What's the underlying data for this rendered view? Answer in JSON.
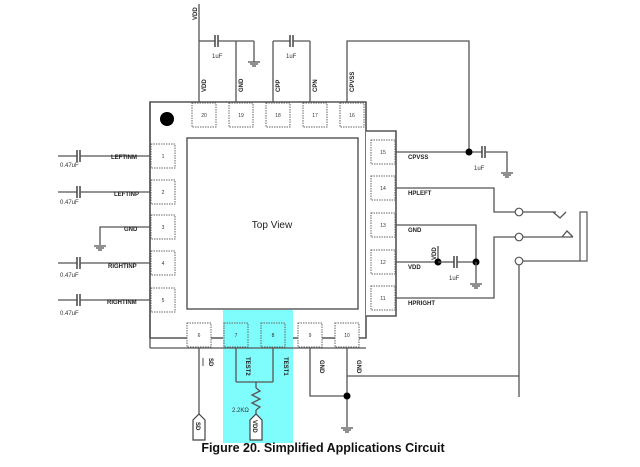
{
  "figure": {
    "caption": "Figure 20.  Simplified Applications Circuit",
    "center_label": "Top View",
    "highlight_color": "#7ffcfc"
  },
  "pins": {
    "p1": {
      "num": "1",
      "name": "LEFTINM"
    },
    "p2": {
      "num": "2",
      "name": "LEFTINP"
    },
    "p3": {
      "num": "3",
      "name": "GND"
    },
    "p4": {
      "num": "4",
      "name": "RIGHTINP"
    },
    "p5": {
      "num": "5",
      "name": "RIGHTINM"
    },
    "p6": {
      "num": "6",
      "name": "SD"
    },
    "p7": {
      "num": "7",
      "name": "TEST2"
    },
    "p8": {
      "num": "8",
      "name": "TEST1"
    },
    "p9": {
      "num": "9",
      "name": "GND"
    },
    "p10": {
      "num": "10",
      "name": "GND"
    },
    "p11": {
      "num": "11",
      "name": "HPRIGHT"
    },
    "p12": {
      "num": "12",
      "name": "VDD"
    },
    "p13": {
      "num": "13",
      "name": "GND"
    },
    "p14": {
      "num": "14",
      "name": "HPLEFT"
    },
    "p15": {
      "num": "15",
      "name": "CPVSS"
    },
    "p16": {
      "num": "16",
      "name": "CPVSS"
    },
    "p17": {
      "num": "17",
      "name": "CPN"
    },
    "p18": {
      "num": "18",
      "name": "CPP"
    },
    "p19": {
      "num": "19",
      "name": "GND"
    },
    "p20": {
      "num": "20",
      "name": "VDD"
    }
  },
  "components": {
    "c_vdd_top": "1uF",
    "c_flying": "1uF",
    "c_cpvss": "1uF",
    "c_vdd_right": "1uF",
    "c_leftinm": "0.47uF",
    "c_leftinp": "0.47uF",
    "c_rightinp": "0.47uF",
    "c_rightinm": "0.47uF",
    "r_test": "2.2KΩ"
  },
  "net_labels": {
    "vdd_top": "VDD",
    "vdd_right": "VDD",
    "sd_port": "SD",
    "vdd_port": "VDD"
  }
}
